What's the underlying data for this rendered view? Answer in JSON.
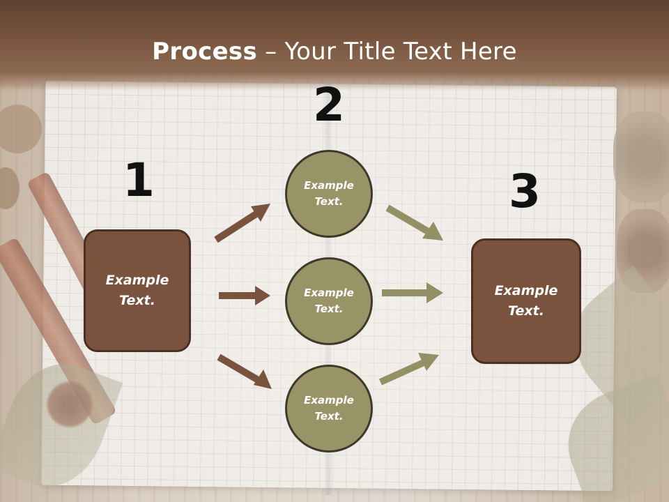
{
  "title": {
    "bold": "Process",
    "rest": " – Your Title Text Here"
  },
  "steps": {
    "step1": {
      "number": "1",
      "label_line1": "Example",
      "label_line2": "Text."
    },
    "step2": {
      "number": "2",
      "circles": [
        {
          "line1": "Example",
          "line2": "Text."
        },
        {
          "line1": "Example",
          "line2": "Text."
        },
        {
          "line1": "Example",
          "line2": "Text."
        }
      ]
    },
    "step3": {
      "number": "3",
      "label_line1": "Example",
      "label_line2": "Text."
    }
  },
  "colors": {
    "box_fill": "#7a533f",
    "circle_fill": "#999467",
    "left_arrows": "#7a533f",
    "right_arrows": "#949066",
    "header": "#7a5640"
  }
}
